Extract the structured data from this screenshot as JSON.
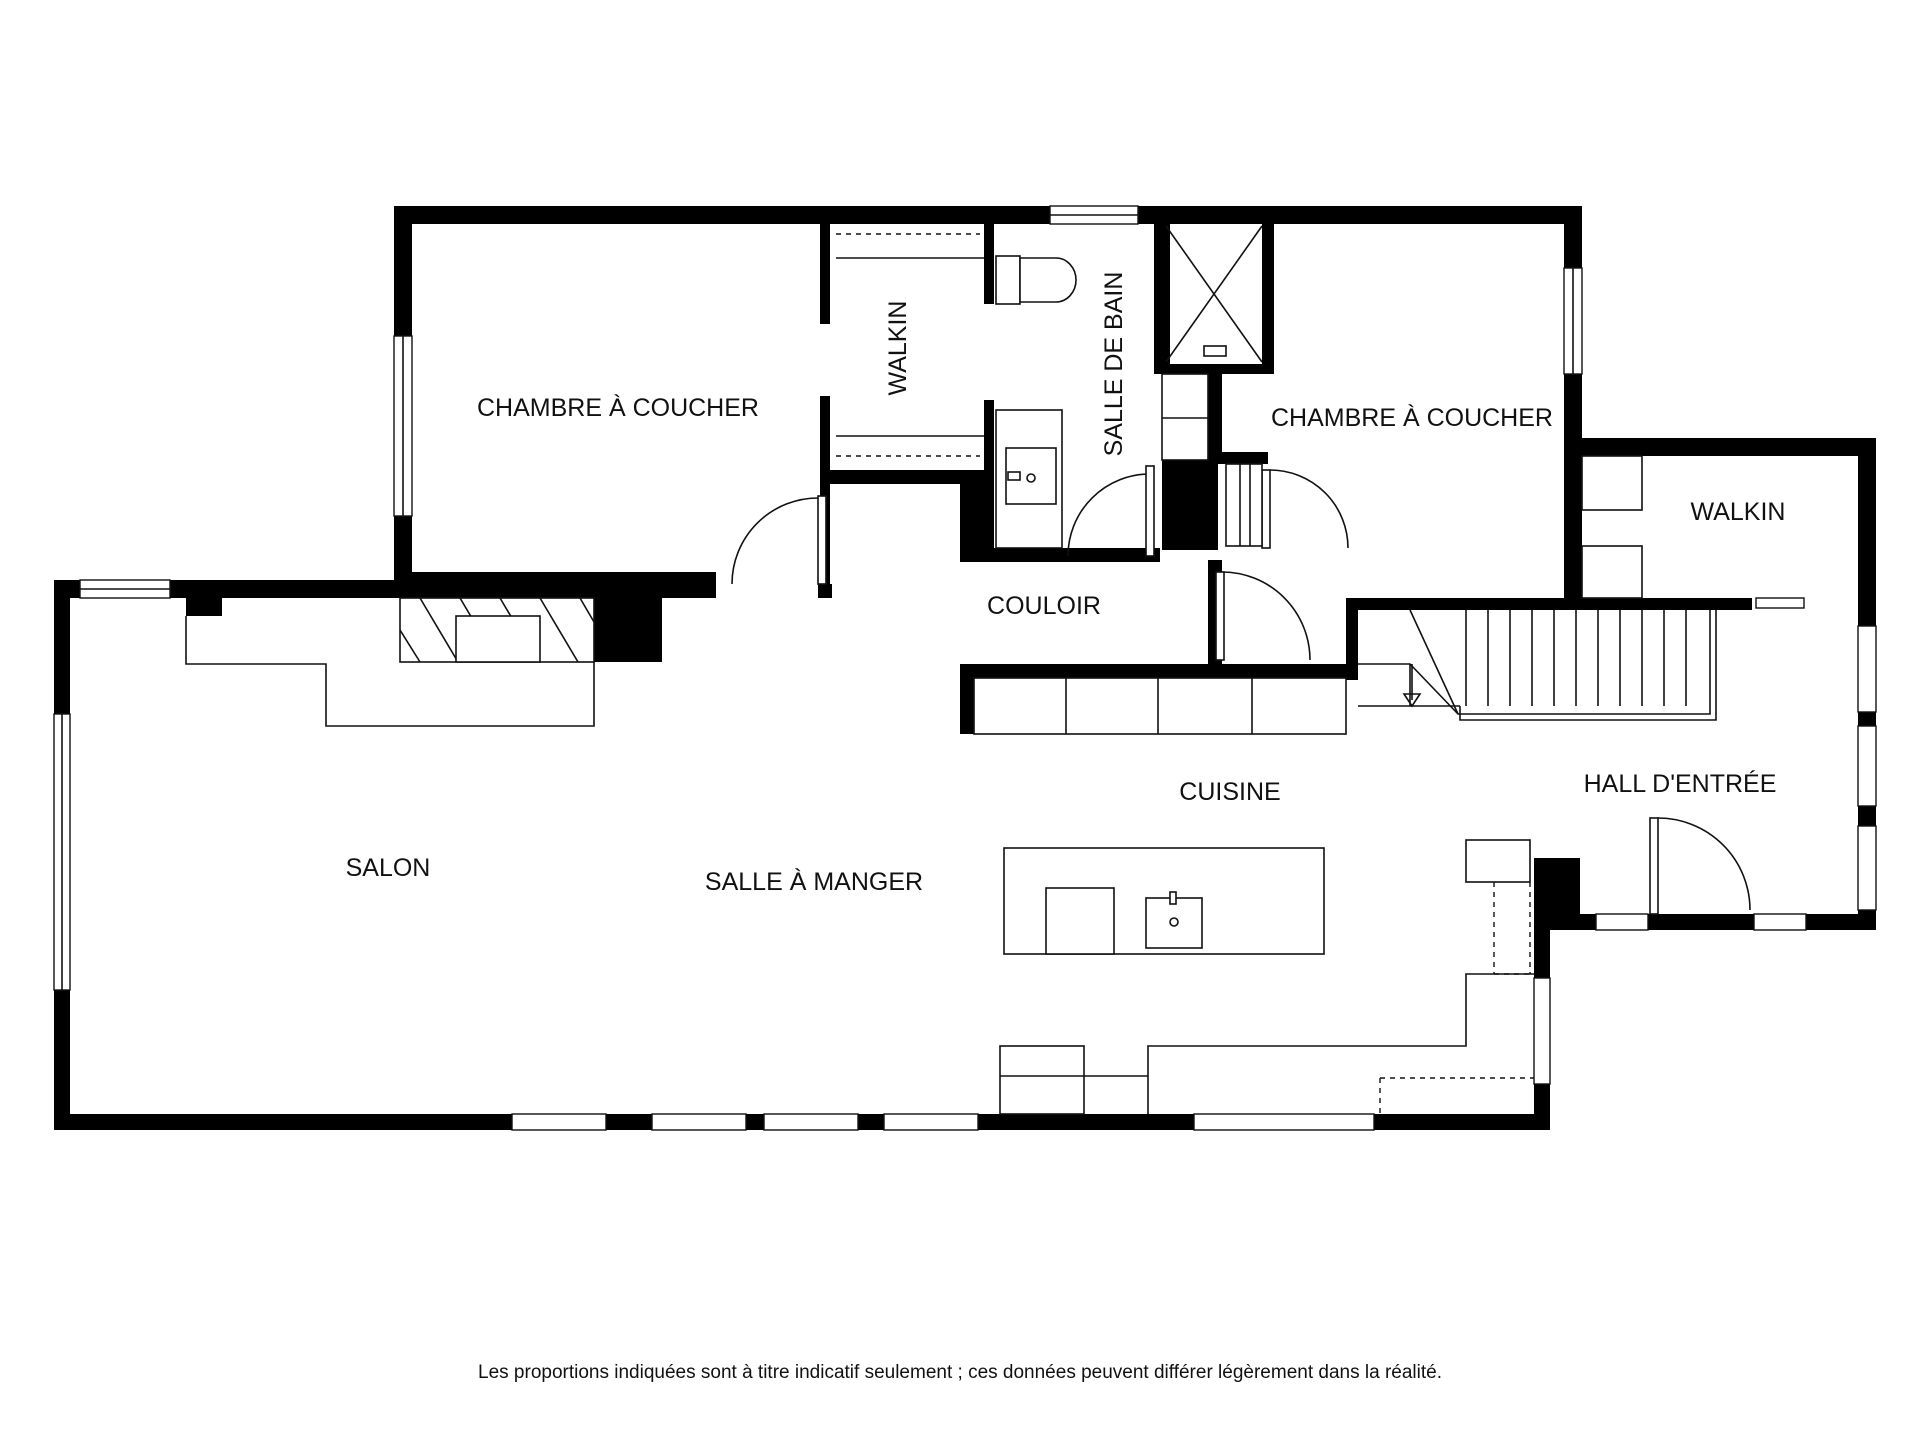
{
  "rooms": {
    "bedroom_left": "CHAMBRE À COUCHER",
    "walkin_left": "WALKIN",
    "bathroom": "SALLE DE BAIN",
    "bedroom_right": "CHAMBRE À COUCHER",
    "walkin_right": "WALKIN",
    "hallway": "COULOIR",
    "kitchen": "CUISINE",
    "entrance": "HALL D'ENTRÉE",
    "living": "SALON",
    "dining": "SALLE À MANGER"
  },
  "disclaimer": "Les proportions indiquées sont à titre indicatif seulement ; ces données peuvent différer légèrement dans la réalité."
}
